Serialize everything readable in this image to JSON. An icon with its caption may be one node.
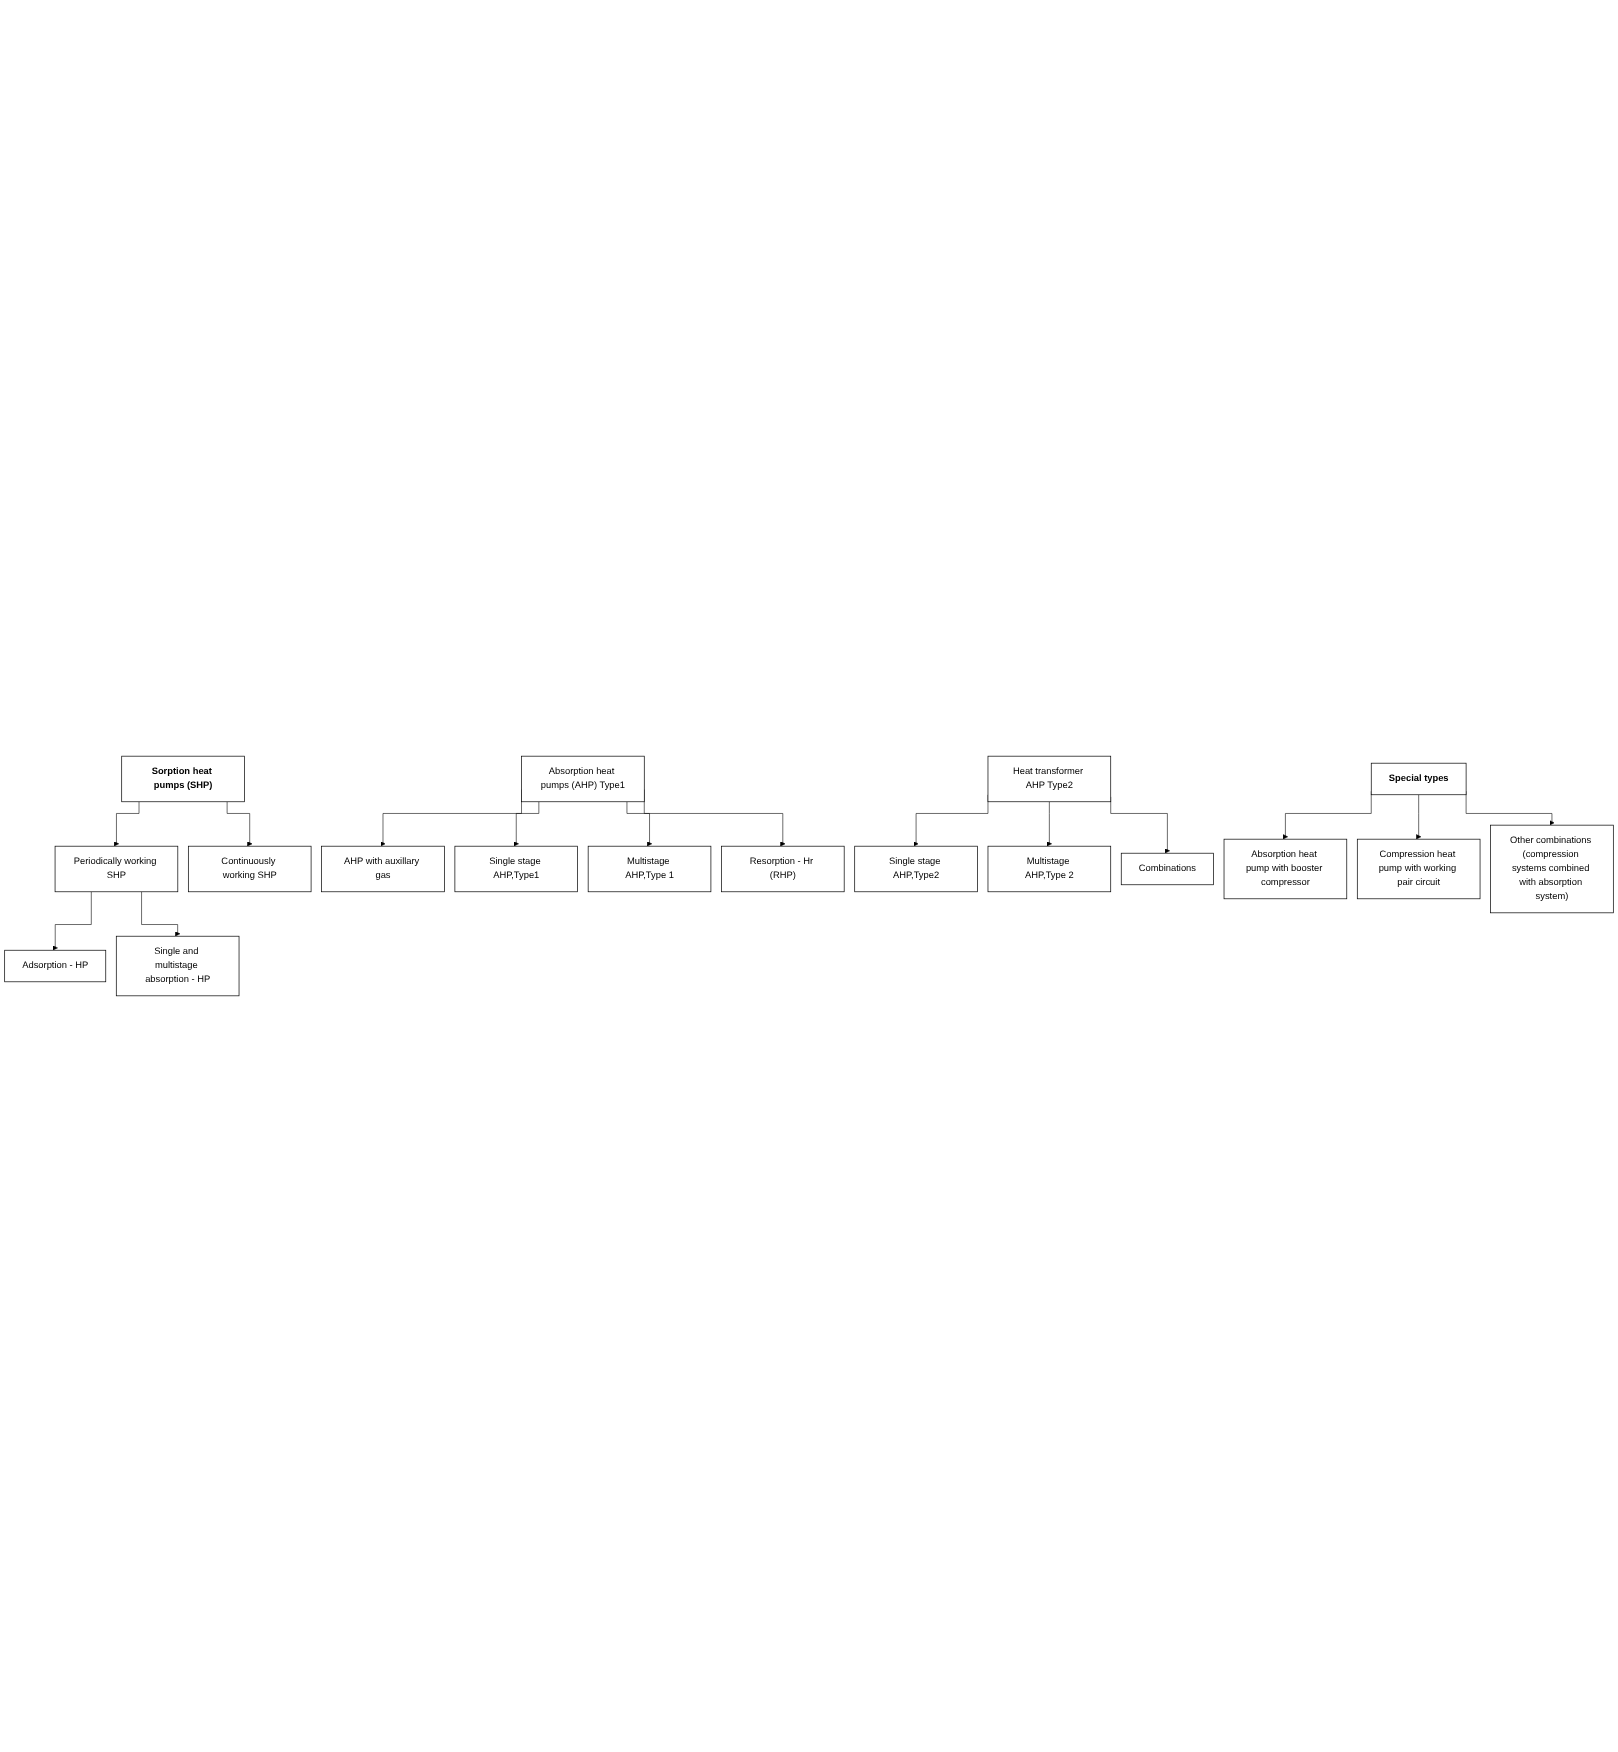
{
  "diagram": {
    "nodes": [
      {
        "text": [
          "Sorption heat pumps (SHP)"
        ]
      },
      {
        "text": [
          "Periodically working SHP"
        ]
      },
      {
        "text": [
          "Continuously working SHP"
        ]
      },
      {
        "text": [
          "Adsorption - HP"
        ]
      },
      {
        "text": [
          "Single and multistage absorption - HP"
        ]
      },
      {
        "text": [
          "Absorption heat pumps (AHP) Type1"
        ]
      },
      {
        "text": [
          "Heat transformer AHP Type2"
        ]
      },
      {
        "text": [
          "AHP with auxillary gas"
        ]
      },
      {
        "text": [
          "Single stage AHP,Type1"
        ]
      },
      {
        "text": [
          "Multistage AHP,Type 1"
        ]
      },
      {
        "text": [
          "Resorption - Hr (RHP)"
        ]
      },
      {
        "text": [
          "Single stage AHP,Type2"
        ]
      },
      {
        "text": [
          "Multistage AHP,Type 2"
        ]
      },
      {
        "text": [
          "Combinations"
        ]
      },
      {
        "text": [
          "Special types"
        ]
      },
      {
        "text": [
          "Absorption heat pump with booster compressor"
        ]
      },
      {
        "text": [
          "Compression heat pump with working pair circuit"
        ]
      },
      {
        "text": [
          "Other combinations (compression systems combined with absorption system)"
        ]
      }
    ],
    "edges": [
      {
        "from": 0,
        "to": 1,
        "arrow": "to"
      },
      {
        "from": 0,
        "to": 2,
        "arrow": "to"
      },
      {
        "from": 1,
        "to": 3,
        "arrow": "to"
      },
      {
        "from": 1,
        "to": 4,
        "arrow": "to"
      },
      {
        "from": 5,
        "to": 7,
        "arrow": "to"
      },
      {
        "from": 5,
        "to": 8,
        "arrow": "to"
      },
      {
        "from": 5,
        "to": 9,
        "arrow": "to"
      },
      {
        "from": 5,
        "to": 10,
        "arrow": "to"
      },
      {
        "from": 6,
        "to": 11,
        "arrow": "to"
      },
      {
        "from": 6,
        "to": 12,
        "arrow": "to"
      },
      {
        "from": 6,
        "to": 13,
        "arrow": "to"
      },
      {
        "from": 14,
        "to": 15,
        "arrow": "to"
      },
      {
        "from": 14,
        "to": 16,
        "arrow": "to"
      },
      {
        "from": 14,
        "to": 17,
        "arrow": "to"
      }
    ]
  }
}
